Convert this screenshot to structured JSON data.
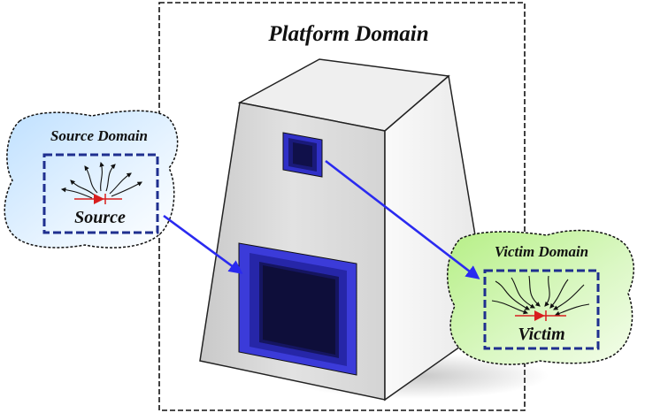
{
  "platform": {
    "title": "Platform Domain"
  },
  "source_domain": {
    "title": "Source Domain",
    "component_label": "Source"
  },
  "victim_domain": {
    "title": "Victim Domain",
    "component_label": "Victim"
  },
  "colors": {
    "frame_dash": "#111111",
    "box_dash": "#1f2f8f",
    "arrow_blue": "#2a2af0",
    "component_red": "#d81e1e",
    "source_bg": "#d6ecff",
    "victim_bg": "#cbf2a8",
    "platform_front": "#d6d6d6",
    "platform_side": "#efefef",
    "platform_top": "#ececec",
    "aperture_blue": "#3b3bd9"
  },
  "icons": [
    "field-arrow-icon",
    "component-icon",
    "coupling-arrow-icon"
  ]
}
